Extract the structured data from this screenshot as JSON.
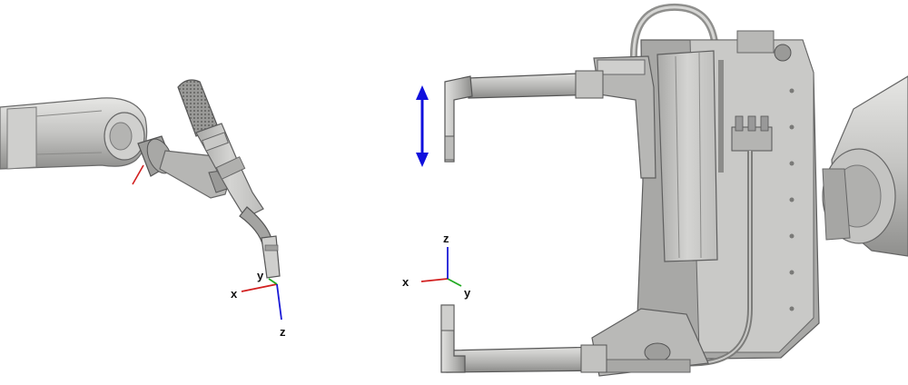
{
  "colors": {
    "background": "#ffffff",
    "metal_light": "#d7d7d5",
    "metal_mid": "#b9b9b7",
    "metal_dark": "#8e8e8c",
    "outline": "#5b5b5b",
    "axis_x": "#d21f1f",
    "axis_y": "#22aa22",
    "axis_z": "#1a1ad6",
    "arrow": "#1010dd"
  },
  "icons": {
    "welding_torch": "arc-welding-torch-icon",
    "spot_gun": "spot-welding-gun-icon",
    "motion_arrow": "double-arrow-vertical-icon"
  },
  "left_frame": {
    "x_label": "x",
    "y_label": "y",
    "z_label": "z"
  },
  "right_frame": {
    "x_label": "x",
    "y_label": "y",
    "z_label": "z"
  }
}
